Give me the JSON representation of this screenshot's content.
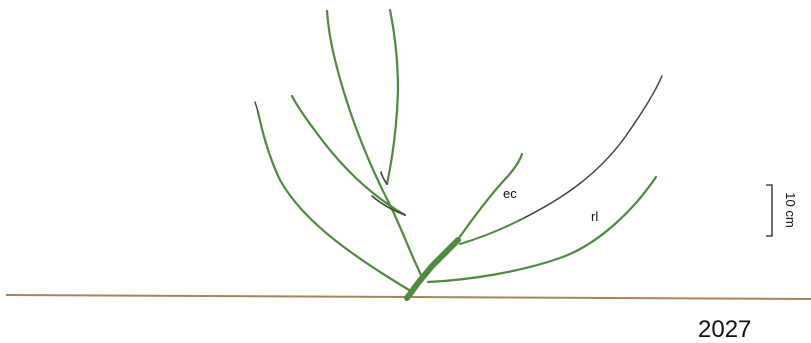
{
  "labels": {
    "ec": "ec",
    "rl": "rl"
  },
  "scale": {
    "label": "10 cm"
  },
  "year": "2027",
  "colors": {
    "green": "#4e8a3f",
    "dark": "#3b4a36",
    "ground": "#a4855e",
    "text": "#111111"
  }
}
